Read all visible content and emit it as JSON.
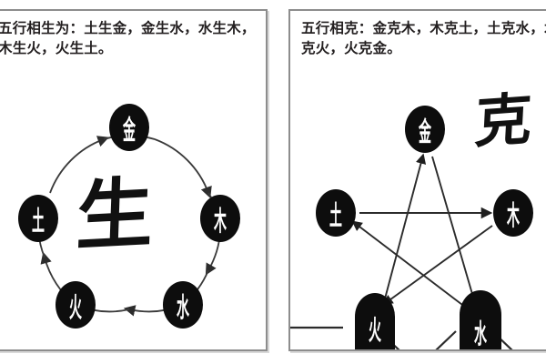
{
  "page": {
    "background": "#ffffff",
    "panel_border_color": "#8d8d8d"
  },
  "left_panel": {
    "name": "wuxing-sheng-panel",
    "caption": "五行相生为：土生金，金生水，水生木，木生火，火生土。",
    "center_glyph": "生",
    "diagram_type": "cycle",
    "nodes": [
      {
        "id": "jin",
        "label": "金",
        "position": "top"
      },
      {
        "id": "mu",
        "label": "木",
        "position": "right"
      },
      {
        "id": "shui",
        "label": "水",
        "position": "bottom-right"
      },
      {
        "id": "huo",
        "label": "火",
        "position": "bottom-left"
      },
      {
        "id": "tu",
        "label": "土",
        "position": "left"
      }
    ],
    "edges": [
      {
        "from": "tu",
        "to": "jin",
        "relation": "土生金"
      },
      {
        "from": "jin",
        "to": "shui",
        "relation": "金生水"
      },
      {
        "from": "shui",
        "to": "mu",
        "relation": "水生木"
      },
      {
        "from": "mu",
        "to": "huo",
        "relation": "木生火"
      },
      {
        "from": "huo",
        "to": "tu",
        "relation": "火生土"
      }
    ]
  },
  "right_panel": {
    "name": "wuxing-ke-panel",
    "caption": "五行相克：金克木，木克土，土克水，水克火，火克金。",
    "center_glyph": "克",
    "diagram_type": "pentagram",
    "nodes": [
      {
        "id": "jin",
        "label": "金",
        "position": "top"
      },
      {
        "id": "mu",
        "label": "木",
        "position": "right"
      },
      {
        "id": "shui",
        "label": "水",
        "position": "bottom-right"
      },
      {
        "id": "huo",
        "label": "火",
        "position": "bottom-left"
      },
      {
        "id": "tu",
        "label": "土",
        "position": "left"
      }
    ],
    "edges": [
      {
        "from": "jin",
        "to": "mu",
        "relation": "金克木"
      },
      {
        "from": "mu",
        "to": "tu",
        "relation": "木克土"
      },
      {
        "from": "tu",
        "to": "shui",
        "relation": "土克水"
      },
      {
        "from": "shui",
        "to": "huo",
        "relation": "水克火"
      },
      {
        "from": "huo",
        "to": "jin",
        "relation": "火克金"
      }
    ]
  }
}
